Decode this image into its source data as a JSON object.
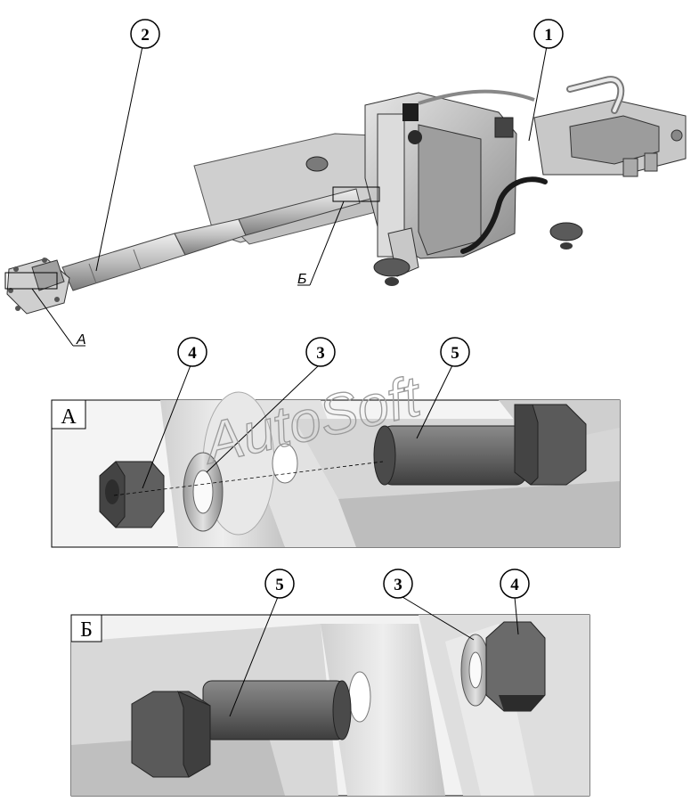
{
  "callouts": {
    "c1": "1",
    "c2": "2",
    "c3a": "3",
    "c4a": "4",
    "c5a": "5",
    "c3b": "3",
    "c4b": "4",
    "c5b": "5"
  },
  "detail_letters": {
    "a": "А",
    "b": "Б"
  },
  "panels": {
    "a_tag": "А",
    "b_tag": "Б"
  },
  "watermark": "AutoSoft",
  "colors": {
    "part_dark": "#6e6e6e",
    "part_mid": "#a8a8a8",
    "part_light": "#d8d8d8",
    "background": "#ffffff",
    "line": "#000000"
  }
}
